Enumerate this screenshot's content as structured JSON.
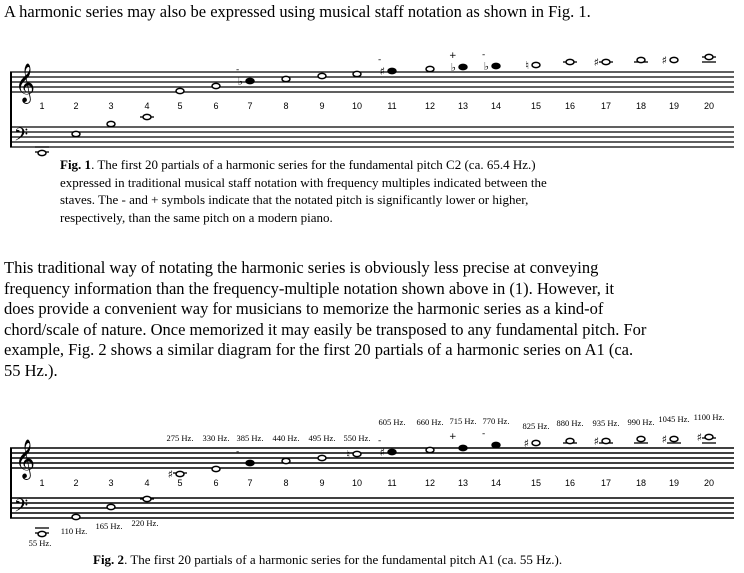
{
  "intro": "A harmonic series may also be expressed using musical staff notation as shown in Fig. 1.",
  "fig1": {
    "label": "Fig. 1",
    "caption_lines": [
      ". The first 20 partials of a harmonic series for the fundamental pitch C2 (ca. 65.4 Hz.)",
      "expressed in traditional musical staff notation with frequency multiples indicated between the",
      "staves. The - and + symbols indicate that the notated pitch is significantly lower or higher,",
      "respectively, than the same pitch on a modern piano."
    ],
    "partials": [
      "1",
      "2",
      "3",
      "4",
      "5",
      "6",
      "7",
      "8",
      "9",
      "10",
      "11",
      "12",
      "13",
      "14",
      "15",
      "16",
      "17",
      "18",
      "19",
      "20"
    ],
    "accidentals": [
      "",
      "",
      "",
      "",
      "",
      "",
      "♭",
      "",
      "",
      "",
      "♯",
      "",
      "♭",
      "♭",
      "♮",
      "",
      "♯",
      "",
      "♯",
      ""
    ],
    "tuning_marks": [
      "",
      "",
      "",
      "",
      "",
      "",
      "-",
      "",
      "",
      "",
      "-",
      "",
      "+",
      "-",
      "",
      "",
      "",
      "",
      "",
      ""
    ]
  },
  "paragraph_lines": [
    "This traditional way of notating the harmonic series is obviously less precise at conveying",
    "frequency information than the frequency-multiple notation shown above in (1). However, it",
    "does provide a convenient way for musicians to memorize the harmonic series as a kind-of",
    "chord/scale of nature. Once memorized it may easily be transposed to any fundamental pitch. For",
    "example, Fig. 2 shows a similar diagram for the first 20 partials of a harmonic series on A1 (ca.",
    "55 Hz.)."
  ],
  "fig2": {
    "label": "Fig. 2",
    "caption": ". The first 20 partials of a harmonic series for the fundamental pitch A1 (ca. 55 Hz.).",
    "partials": [
      "1",
      "2",
      "3",
      "4",
      "5",
      "6",
      "7",
      "8",
      "9",
      "10",
      "11",
      "12",
      "13",
      "14",
      "15",
      "16",
      "17",
      "18",
      "19",
      "20"
    ],
    "frequencies": [
      "55 Hz.",
      "110 Hz.",
      "165 Hz.",
      "220 Hz.",
      "275 Hz.",
      "330 Hz.",
      "385 Hz.",
      "440 Hz.",
      "495 Hz.",
      "550 Hz.",
      "605 Hz.",
      "660 Hz.",
      "715 Hz.",
      "770 Hz.",
      "825 Hz.",
      "880 Hz.",
      "935 Hz.",
      "990 Hz.",
      "1045 Hz.",
      "1100 Hz."
    ],
    "accidentals": [
      "",
      "",
      "",
      "",
      "♯",
      "",
      "",
      "",
      "",
      "♮",
      "♯",
      "",
      "",
      "",
      "♯",
      "",
      "♯",
      "",
      "♯",
      "♯"
    ],
    "tuning_marks": [
      "",
      "",
      "",
      "",
      "",
      "",
      "-",
      "",
      "",
      "",
      "-",
      "",
      "+",
      "-",
      "",
      "",
      "",
      "",
      "",
      ""
    ]
  }
}
